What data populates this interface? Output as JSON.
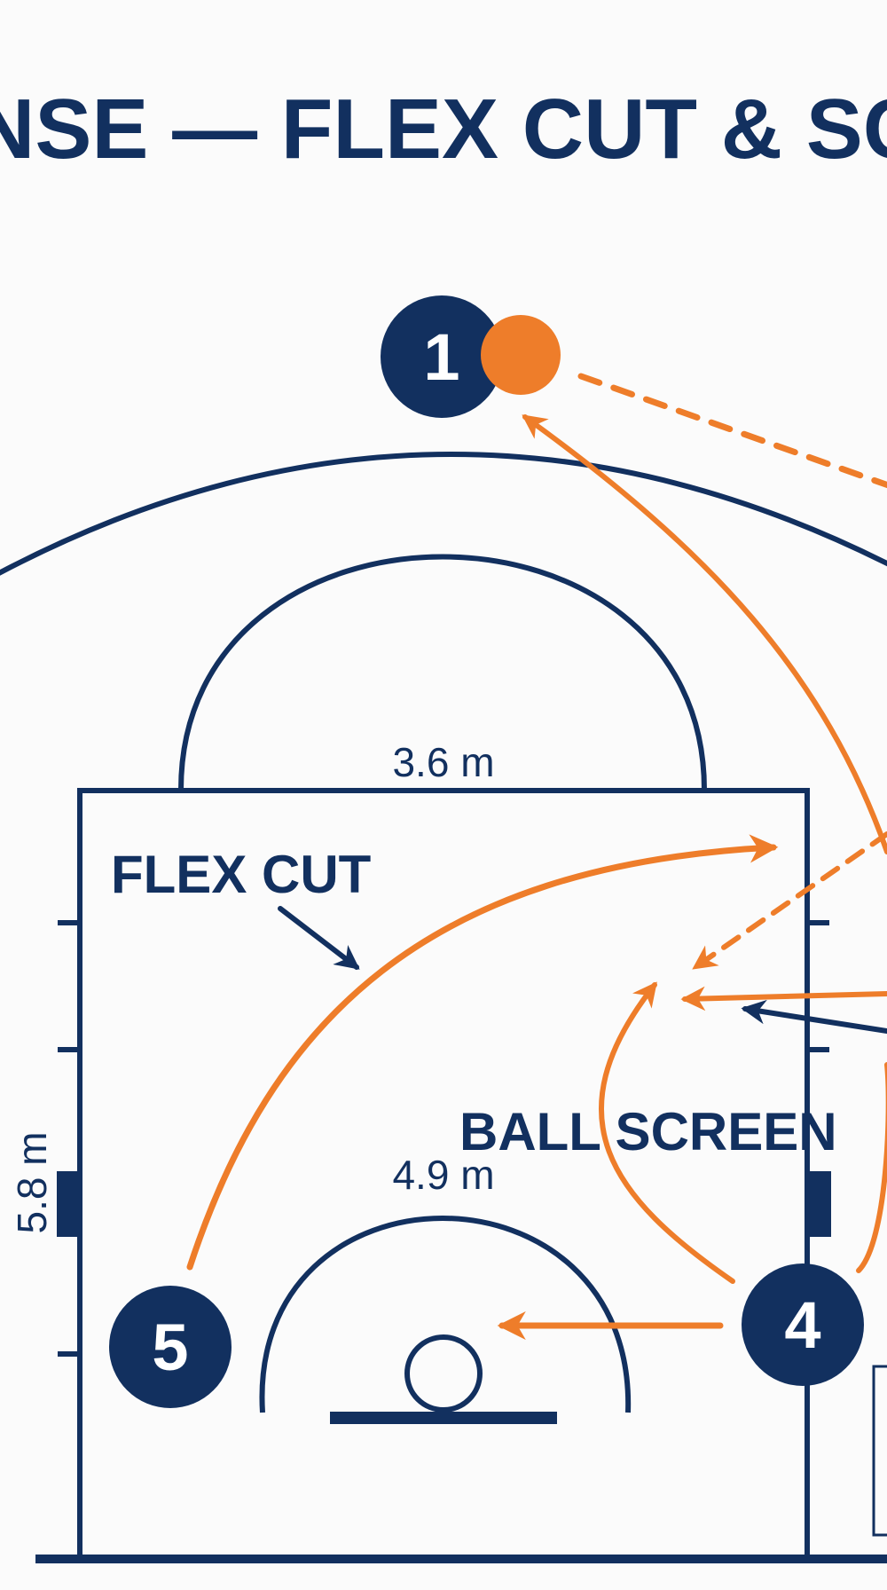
{
  "title": "NSE — FLEX CUT & SCRE",
  "labels": {
    "flex_cut": "FLEX CUT",
    "ball_screen": "BALL SCREEN"
  },
  "dimensions": {
    "lane_width": "3.6 m",
    "circle_width": "4.9 m",
    "lane_length": "5.8 m"
  },
  "players": [
    {
      "number": "1"
    },
    {
      "number": "5"
    },
    {
      "number": "4"
    }
  ],
  "colors": {
    "navy": "#12305f",
    "orange": "#ee7d2a",
    "background": "#fbfbfb"
  }
}
